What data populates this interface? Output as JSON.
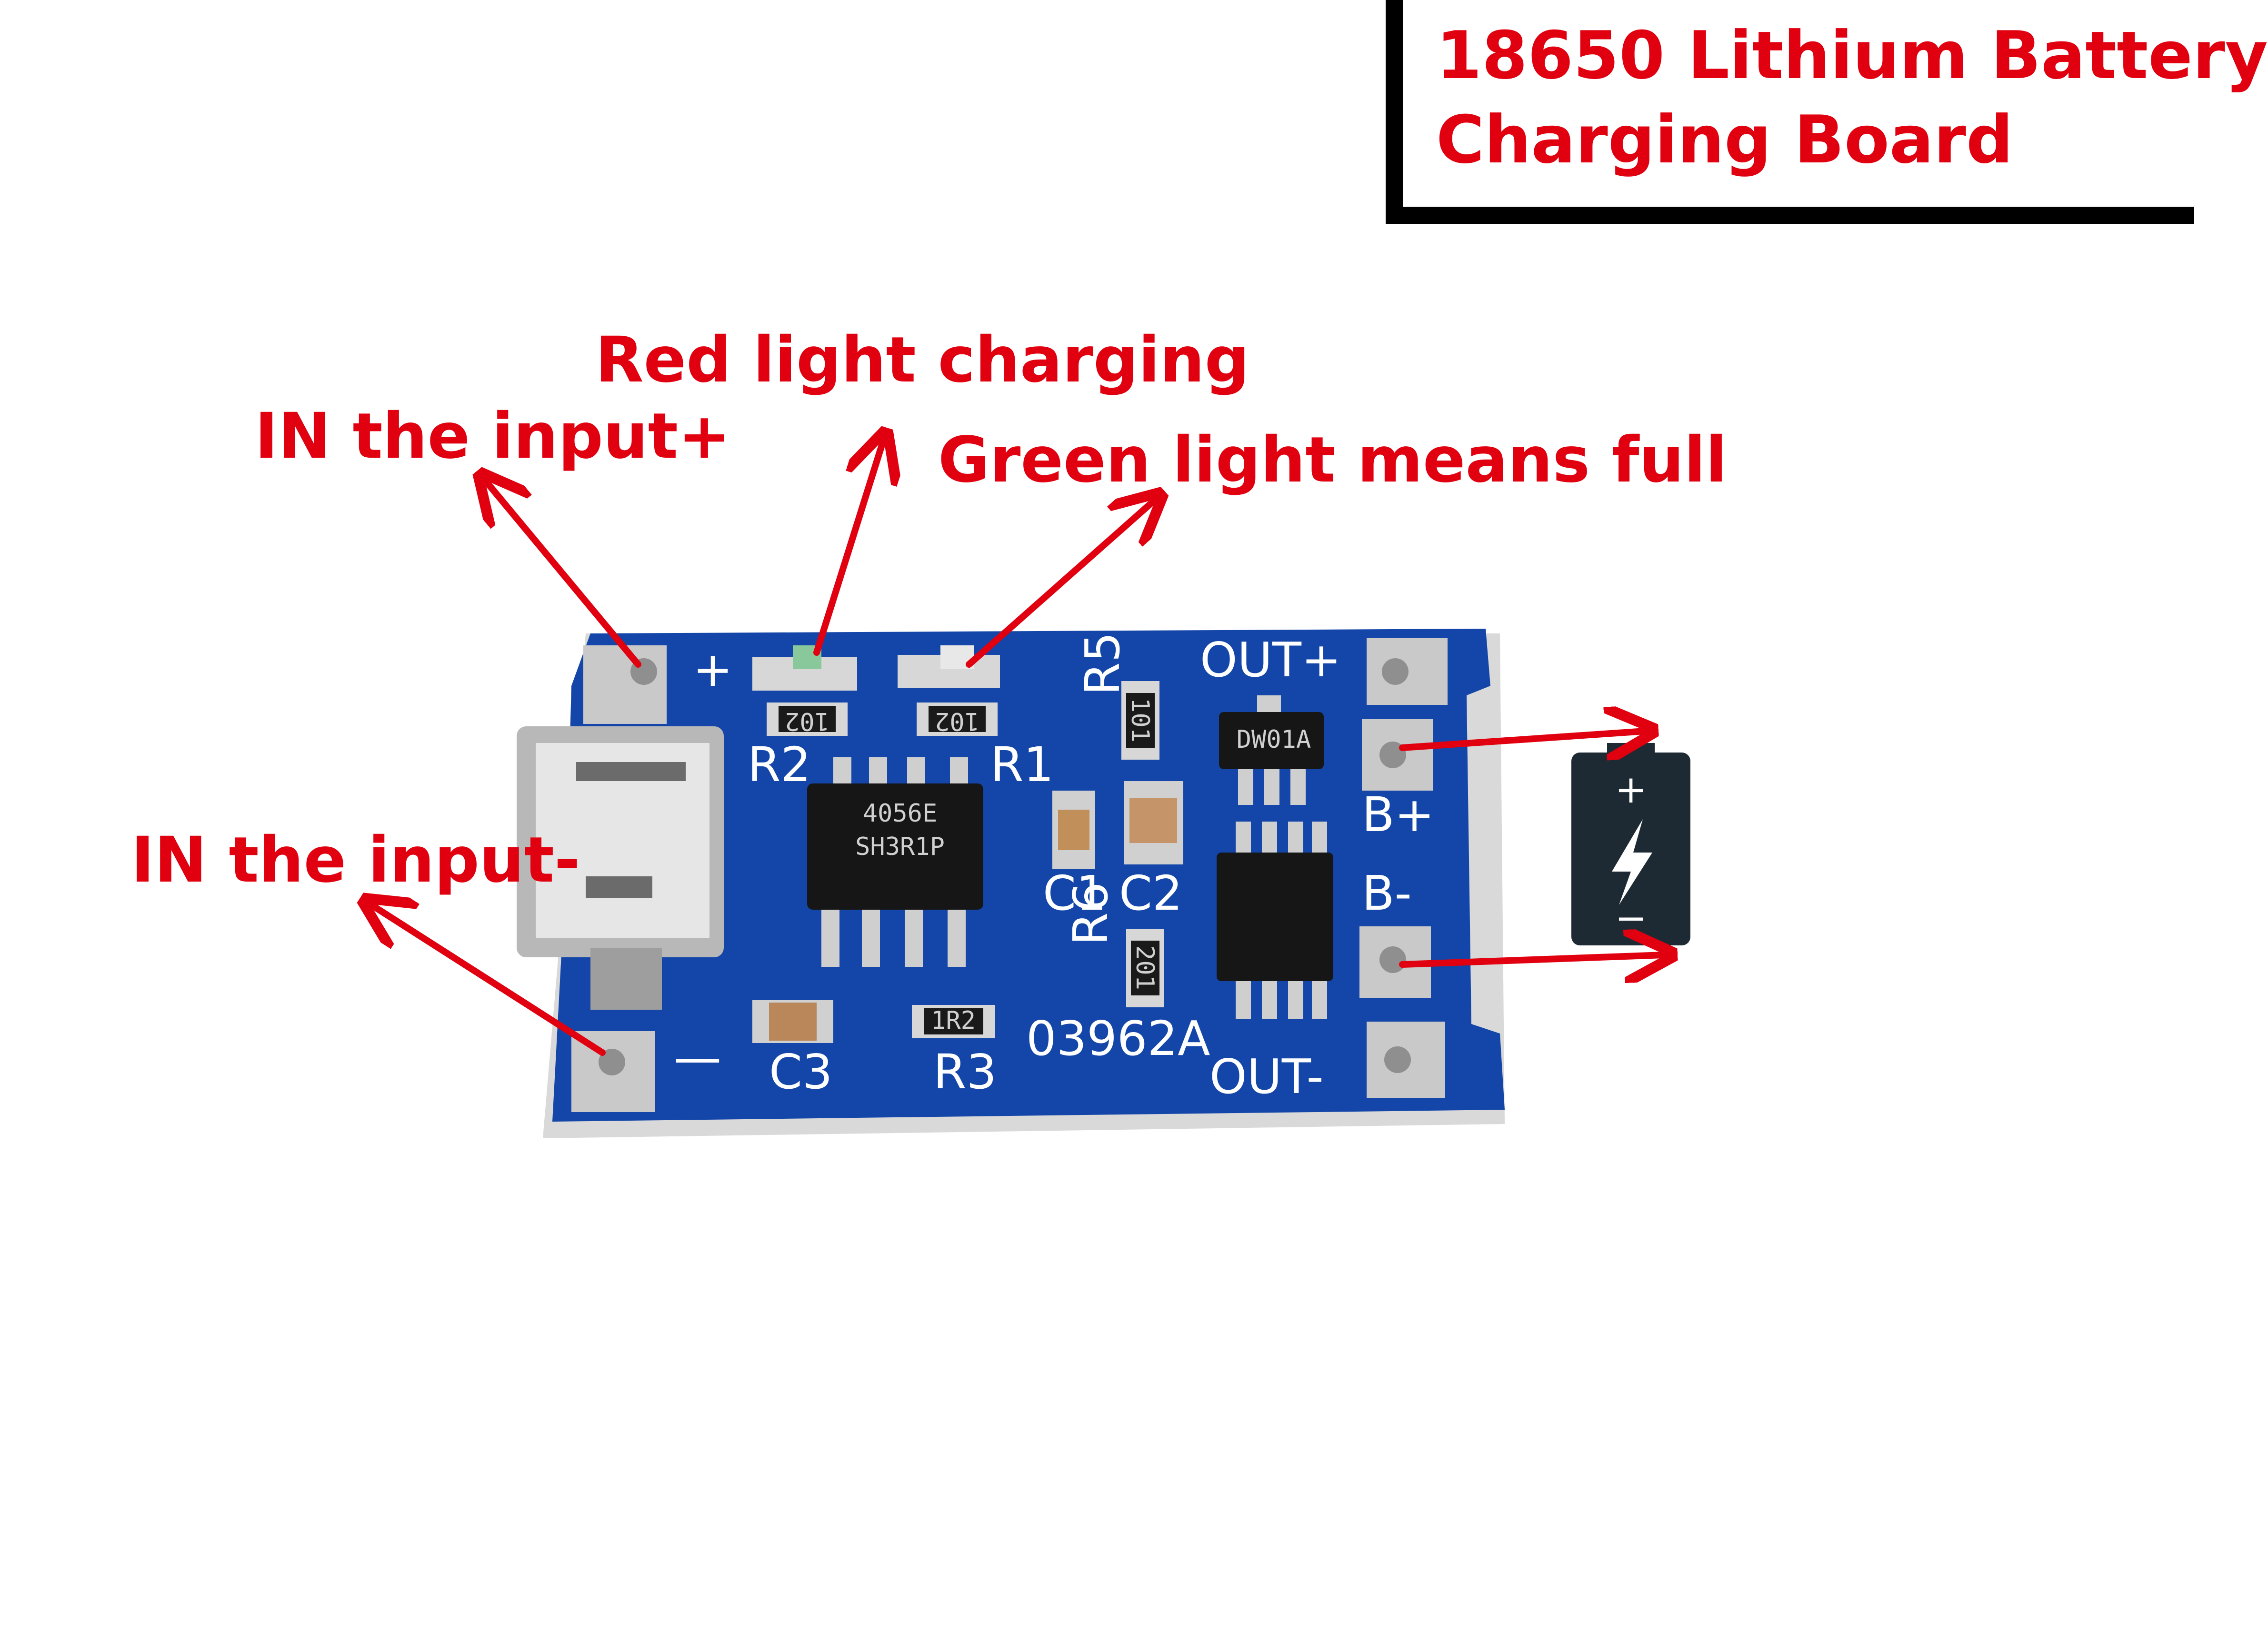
{
  "title": {
    "line1": "18650 Lithium Battery",
    "line2": "Charging Board"
  },
  "labels": {
    "red_light": "Red light charging",
    "input_plus": "IN the input+",
    "green_light": "Green light means full",
    "input_minus": "IN the input-"
  },
  "board": {
    "silkscreen": {
      "plus": "+",
      "minus": "—",
      "out_plus": "OUT+",
      "out_minus": "OUT-",
      "b_plus": "B+",
      "b_minus": "B-",
      "r1": "R1",
      "r2": "R2",
      "r3": "R3",
      "r5": "R5",
      "r6": "R6",
      "c1": "C1",
      "c2": "C2",
      "c3": "C3",
      "code": "03962A"
    },
    "chips": {
      "charger_line1": "4056E",
      "charger_line2": "SH3R1P",
      "protect": "DW01A",
      "r_code_102a": "102",
      "r_code_102b": "102",
      "r_code_1r2": "1R2",
      "r_code_101": "101",
      "r_code_201": "201"
    }
  },
  "battery_icon": {
    "plus": "+",
    "minus": "−"
  },
  "colors": {
    "accent": "#e0000f",
    "board": "#1346a8",
    "background": "#ffffff"
  }
}
